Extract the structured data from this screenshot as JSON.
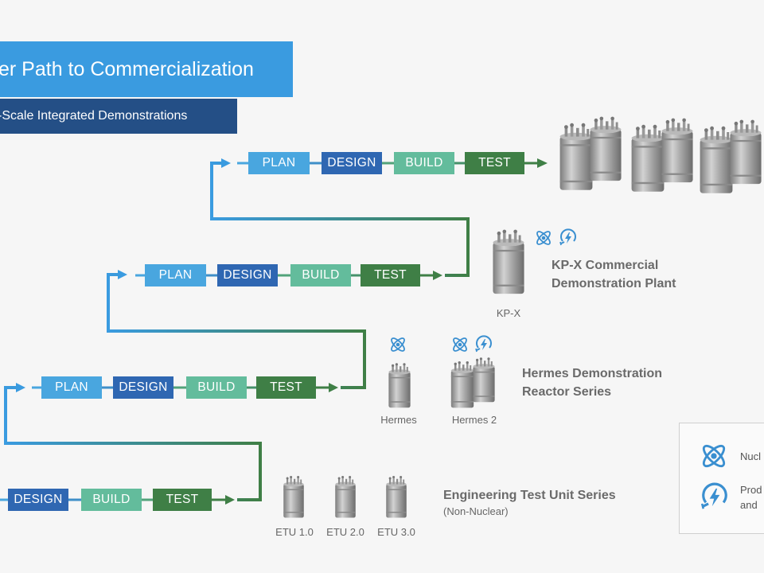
{
  "header": {
    "title": "er Path to Commercialization",
    "subtitle": "-Scale Integrated Demonstrations"
  },
  "steps": {
    "plan": "PLAN",
    "design": "DESIGN",
    "build": "BUILD",
    "test": "TEST"
  },
  "stages": {
    "commercial": {
      "title_line1": "KP-X Commercial",
      "title_line2": "Demonstration Plant",
      "reactor_label": "KP-X"
    },
    "hermes": {
      "title_line1": "Hermes Demonstration",
      "title_line2": "Reactor Series",
      "reactor_labels": [
        "Hermes",
        "Hermes 2"
      ]
    },
    "etu": {
      "title": "Engineering Test Unit Series",
      "subtitle": "(Non-Nuclear)",
      "reactor_labels": [
        "ETU 1.0",
        "ETU 2.0",
        "ETU 3.0"
      ]
    }
  },
  "legend": {
    "nuclear": "Nucl",
    "power_line1": "Prod",
    "power_line2": "and"
  },
  "colors": {
    "plan": "#49a6df",
    "design": "#2f67b2",
    "build": "#63bc9c",
    "test": "#3f7f46",
    "banner": "#3a9be0",
    "banner_dark": "#244f86",
    "icon": "#3a8fd0"
  }
}
